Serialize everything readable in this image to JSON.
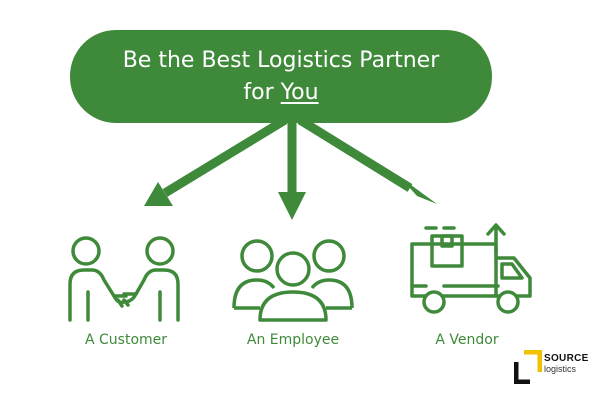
{
  "headline": {
    "line1": "Be the Best Logistics Partner",
    "line2_prefix": "for ",
    "line2_emphasis": "You"
  },
  "items": [
    {
      "label": "A Customer",
      "icon": "handshake-icon"
    },
    {
      "label": "An Employee",
      "icon": "group-icon"
    },
    {
      "label": "A Vendor",
      "icon": "delivery-truck-icon"
    }
  ],
  "logo": {
    "line1": "SOURCE",
    "line2": "logistics"
  },
  "colors": {
    "accent": "#3f8a3a",
    "logo_yellow": "#f2c200",
    "background": "#ffffff"
  }
}
